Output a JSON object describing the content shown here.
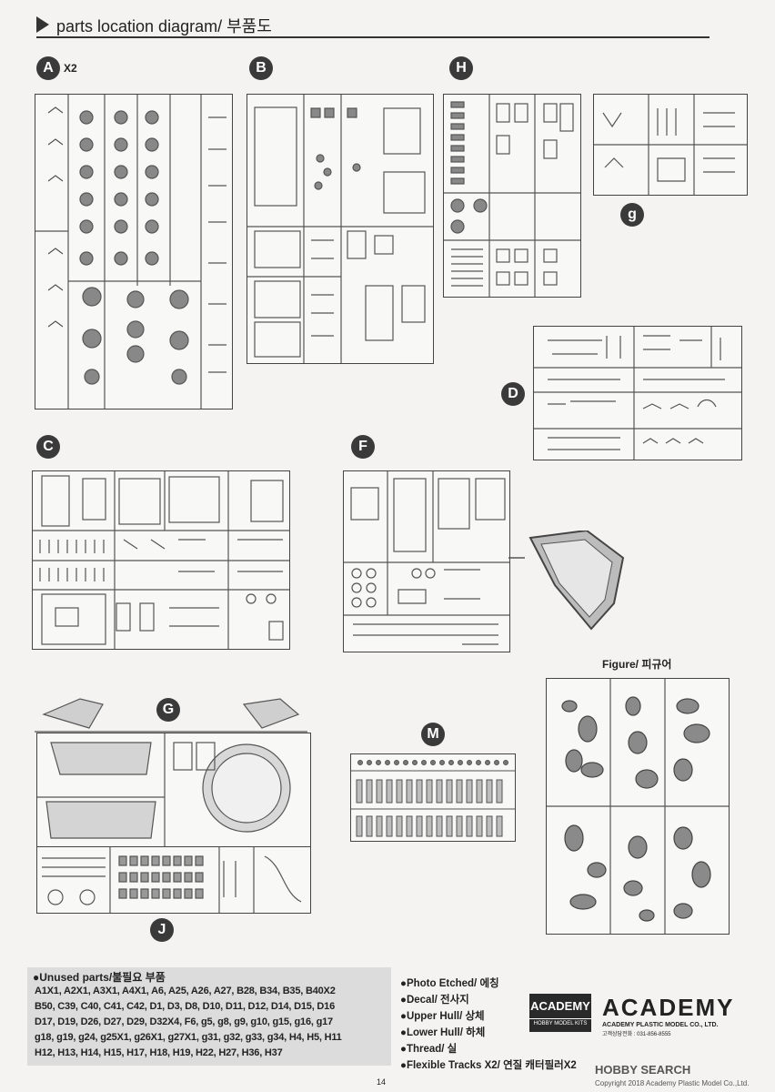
{
  "header": {
    "title": "parts location diagram/ 부품도"
  },
  "sprues": {
    "A": {
      "letter": "A",
      "qty": "X2"
    },
    "B": {
      "letter": "B"
    },
    "H": {
      "letter": "H"
    },
    "g": {
      "letter": "g"
    },
    "D": {
      "letter": "D"
    },
    "C": {
      "letter": "C"
    },
    "F": {
      "letter": "F"
    },
    "G": {
      "letter": "G"
    },
    "M": {
      "letter": "M"
    },
    "J": {
      "letter": "J"
    }
  },
  "figure": {
    "label": "Figure/ 피규어"
  },
  "unused": {
    "title": "●Unused parts/불필요 부품",
    "lines": [
      "A1X1, A2X1, A3X1, A4X1, A6, A25, A26, A27, B28, B34, B35, B40X2",
      "B50, C39, C40, C41, C42, D1, D3, D8, D10, D11, D12, D14, D15, D16",
      "D17, D19, D26, D27, D29, D32X4, F6, g5, g8, g9, g10, g15, g16, g17",
      "g18, g19, g24, g25X1, g26X1, g27X1, g31, g32, g33, g34, H4, H5, H11",
      "H12, H13, H14, H15, H17, H18, H19, H22, H27, H36, H37"
    ]
  },
  "legend": [
    "●Photo Etched/ 에칭",
    "●Decal/ 전사지",
    "●Upper Hull/ 상체",
    "●Lower Hull/ 하체",
    "●Thread/ 실",
    "●Flexible Tracks X2/ 연질 캐터필러X2"
  ],
  "logos": {
    "academy_box_main": "ACADEMY",
    "academy_box_sub": "HOBBY MODEL KITS",
    "academy_wordmark": "ACADEMY",
    "company": "ACADEMY PLASTIC MODEL CO., LTD.",
    "contact": "고객상담전화 : 031-856-8555"
  },
  "page_number": "14",
  "watermark": "HOBBY SEARCH",
  "copyright": "Copyright 2018 Academy Plastic Model Co.,Ltd."
}
